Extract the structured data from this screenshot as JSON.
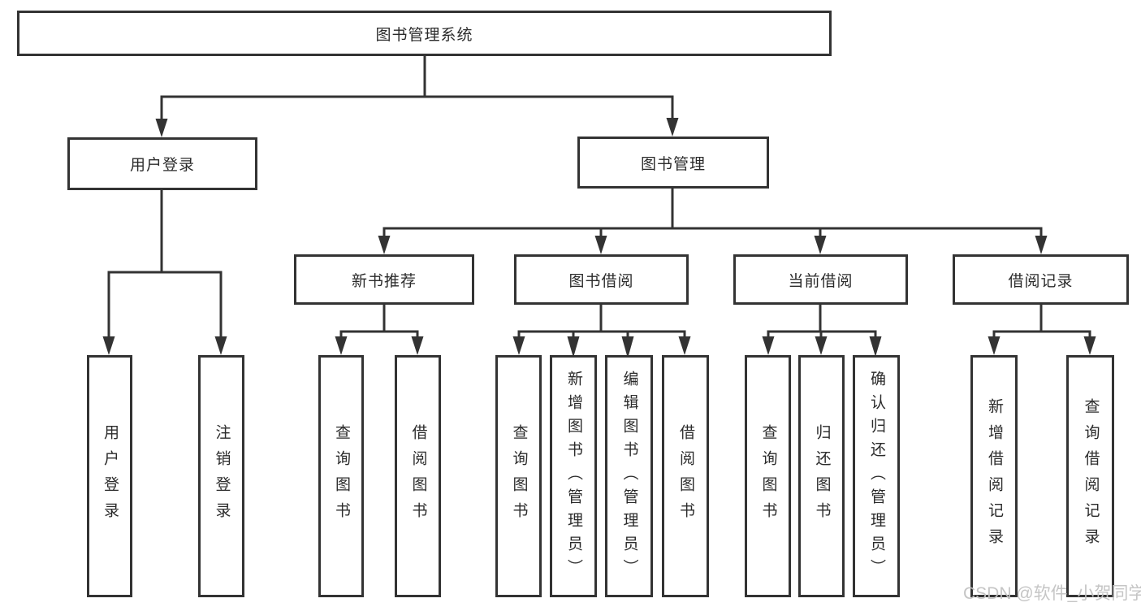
{
  "diagram": {
    "type": "tree",
    "root": {
      "label": "图书管理系统"
    },
    "branches": [
      {
        "label": "用户登录",
        "children": [
          {
            "label": "用户登录"
          },
          {
            "label": "注销登录"
          }
        ]
      },
      {
        "label": "图书管理",
        "children": [
          {
            "label": "新书推荐",
            "children": [
              {
                "label": "查询图书"
              },
              {
                "label": "借阅图书"
              }
            ]
          },
          {
            "label": "图书借阅",
            "children": [
              {
                "label": "查询图书"
              },
              {
                "label": "新增图书（管理员）"
              },
              {
                "label": "编辑图书（管理员）"
              },
              {
                "label": "借阅图书"
              }
            ]
          },
          {
            "label": "当前借阅",
            "children": [
              {
                "label": "查询图书"
              },
              {
                "label": "归还图书"
              },
              {
                "label": "确认归还（管理员）"
              }
            ]
          },
          {
            "label": "借阅记录",
            "children": [
              {
                "label": "新增借阅记录"
              },
              {
                "label": "查询借阅记录"
              }
            ]
          }
        ]
      }
    ]
  },
  "watermark": {
    "text": "CSDN @软件_小贺同学"
  },
  "colors": {
    "background": "#ffffff",
    "box_border": "#333333",
    "box_fill": "#ffffff",
    "line": "#333333",
    "text": "#2b2b2b",
    "watermark": "#c2c2c2"
  }
}
